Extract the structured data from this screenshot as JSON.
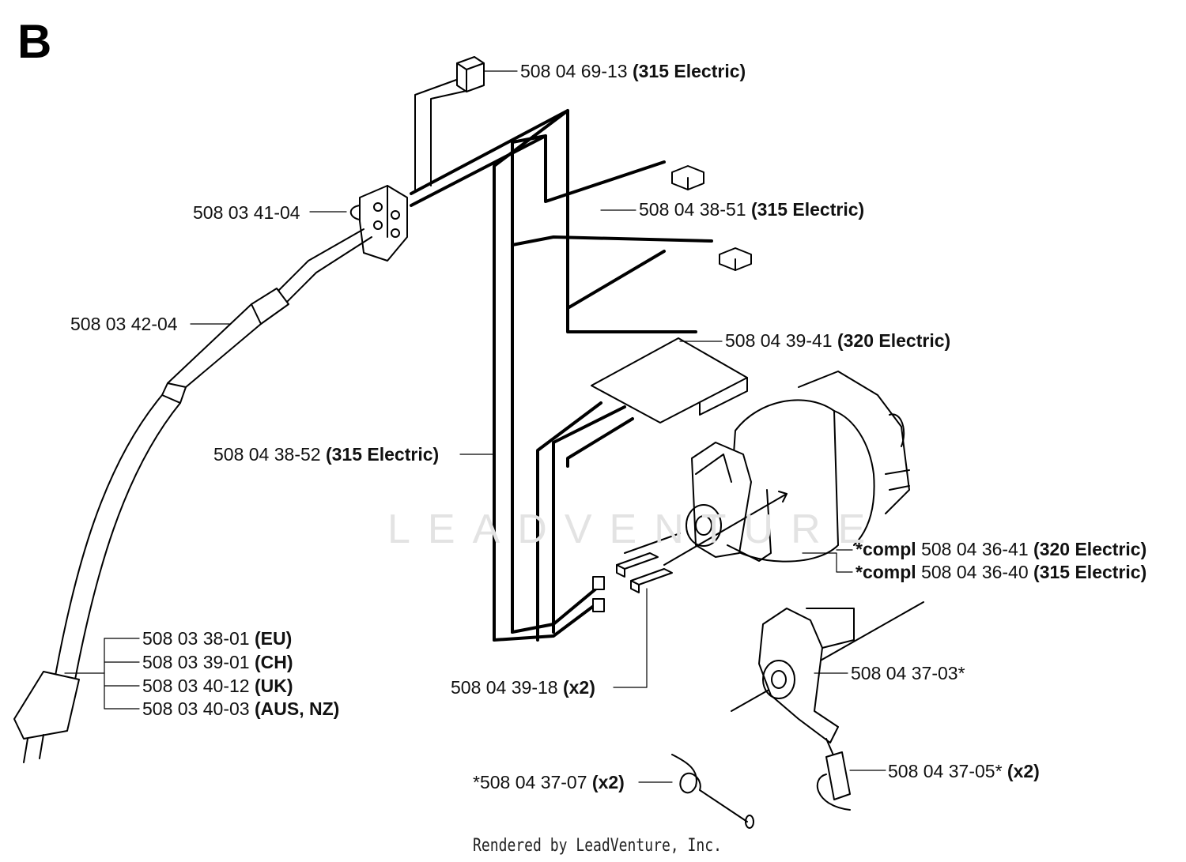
{
  "diagram": {
    "section_letter": "B",
    "watermark": "LEADVENTURE",
    "footer": "Rendered by LeadVenture, Inc.",
    "labels": [
      {
        "id": "l1",
        "part": "508 04 69-13",
        "note": "(315 Electric)"
      },
      {
        "id": "l2",
        "part": "508 03 41-04",
        "note": ""
      },
      {
        "id": "l3",
        "part": "508 04 38-51",
        "note": "(315 Electric)"
      },
      {
        "id": "l4",
        "part": "508 03 42-04",
        "note": ""
      },
      {
        "id": "l5",
        "part": "508 04 39-41",
        "note": "(320 Electric)"
      },
      {
        "id": "l6",
        "part": "508 04 38-52",
        "note": "(315 Electric)"
      },
      {
        "id": "l7",
        "prefix": "*compl",
        "part": "508 04 36-41",
        "note": "(320 Electric)"
      },
      {
        "id": "l8",
        "prefix": "*compl",
        "part": "508 04 36-40",
        "note": "(315 Electric)"
      },
      {
        "id": "l9",
        "part": "508 03 38-01",
        "note": "(EU)"
      },
      {
        "id": "l10",
        "part": "508 03 39-01",
        "note": "(CH)"
      },
      {
        "id": "l11",
        "part": "508 03 40-12",
        "note": "(UK)"
      },
      {
        "id": "l12",
        "part": "508 03 40-03",
        "note": "(AUS, NZ)"
      },
      {
        "id": "l13",
        "part": "508 04 37-03*",
        "note": ""
      },
      {
        "id": "l14",
        "part": "508 04 39-18",
        "note": "(x2)"
      },
      {
        "id": "l15",
        "part": "508 04 37-05*",
        "note": "(x2)"
      },
      {
        "id": "l16",
        "part": "*508 04 37-07",
        "note": "(x2)"
      }
    ]
  }
}
